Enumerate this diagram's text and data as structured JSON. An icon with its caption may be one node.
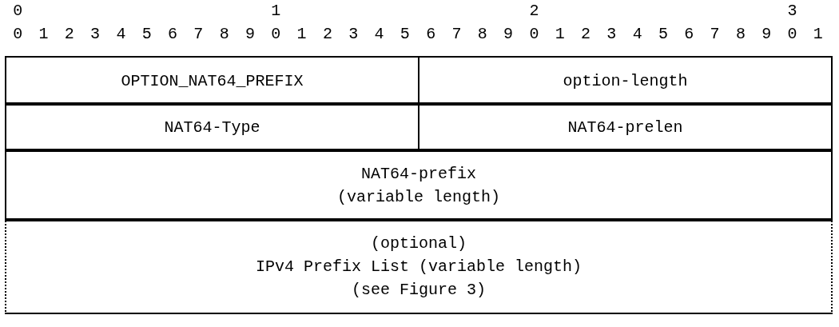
{
  "diagram": {
    "nodes": [
      {
        "text": [
          "OPTION_NAT64_PREFIX"
        ]
      },
      {
        "text": [
          "option-length"
        ]
      },
      {
        "text": [
          "NAT64-Type"
        ]
      },
      {
        "text": [
          "NAT64-prelen"
        ]
      },
      {
        "text": [
          "NAT64-prefix",
          "(variable length)"
        ]
      },
      {
        "text": [
          "(optional)",
          "IPv4 Prefix List (variable length)",
          "(see Figure 3)"
        ]
      }
    ],
    "labels": [
      "0",
      "1",
      "2",
      "3",
      "0",
      "1",
      "2",
      "3",
      "4",
      "5",
      "6",
      "7",
      "8",
      "9",
      "0",
      "1",
      "2",
      "3",
      "4",
      "5",
      "6",
      "7",
      "8",
      "9",
      "0",
      "1",
      "2",
      "3",
      "4",
      "5",
      "6",
      "7",
      "8",
      "9",
      "0",
      "1"
    ]
  }
}
